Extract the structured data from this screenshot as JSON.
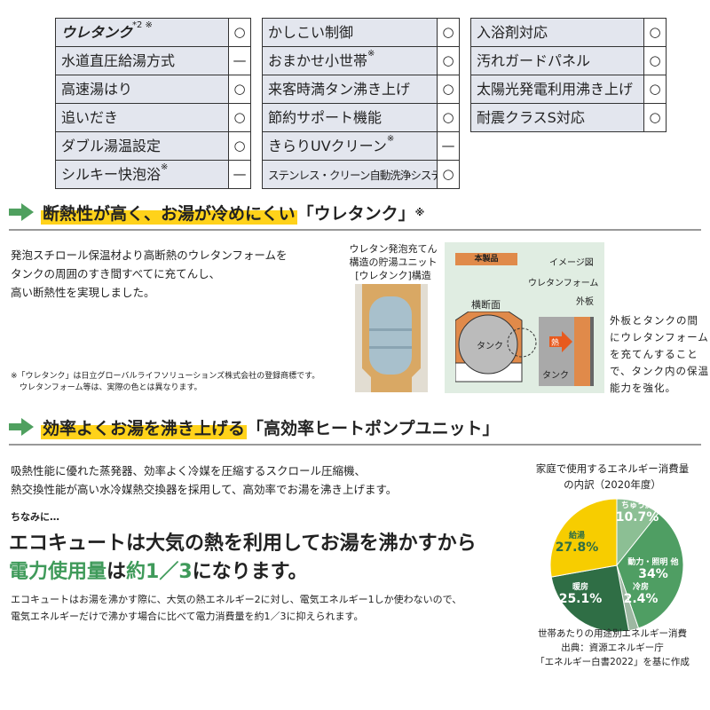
{
  "features": {
    "col1": [
      {
        "label": "ウレタンク",
        "note": "*2 ※",
        "mark": "○"
      },
      {
        "label": "水道直圧給湯方式",
        "note": "",
        "mark": "—"
      },
      {
        "label": "高速湯はり",
        "note": "",
        "mark": "○"
      },
      {
        "label": "追いだき",
        "note": "",
        "mark": "○"
      },
      {
        "label": "ダブル湯温設定",
        "note": "",
        "mark": "○"
      },
      {
        "label": "シルキー快泡浴",
        "note": "※",
        "mark": "—"
      }
    ],
    "col2": [
      {
        "label": "かしこい制御",
        "note": "",
        "mark": "○"
      },
      {
        "label": "おまかせ小世帯",
        "note": "※",
        "mark": "○"
      },
      {
        "label": "来客時満タン沸き上げ",
        "note": "",
        "mark": "○"
      },
      {
        "label": "節約サポート機能",
        "note": "",
        "mark": "○"
      },
      {
        "label": "きらりUVクリーン",
        "note": "※",
        "mark": "—"
      },
      {
        "label": "ステンレス・クリーン自動洗浄システム",
        "note": "",
        "mark": "○"
      }
    ],
    "col3": [
      {
        "label": "入浴剤対応",
        "note": "",
        "mark": "○"
      },
      {
        "label": "汚れガードパネル",
        "note": "",
        "mark": "○"
      },
      {
        "label": "太陽光発電利用沸き上げ",
        "note": "",
        "mark": "○"
      },
      {
        "label": "耐震クラスS対応",
        "note": "",
        "mark": "○"
      }
    ]
  },
  "section1": {
    "heading_highlight": "断熱性が高く、お湯が冷めにくい",
    "heading_rest": "「ウレタンク」",
    "heading_note": "※",
    "body": [
      "発泡スチロール保温材より高断熱のウレタンフォームを",
      "タンクの周囲のすき間すべてに充てんし、",
      "高い断熱性を実現しました。"
    ],
    "footnote": [
      "※「ウレタンク」は日立グローバルライフソリューションズ株式会社の登録商標です。",
      "ウレタンフォーム等は、実際の色とは異なります。"
    ],
    "image_caption": [
      "ウレタン発泡充てん",
      "構造の貯湯ユニット",
      "[ウレタンク]構造"
    ],
    "diagram": {
      "badge": "本製品",
      "image_note": "イメージ図",
      "urethane": "ウレタンフォーム",
      "outer": "外板",
      "cross": "横断面",
      "tank": "タンク",
      "heat": "熱"
    },
    "side_text": [
      "外板とタンクの間",
      "にウレタンフォーム",
      "を充てんすること",
      "で、タンク内の保温",
      "能力を強化。"
    ]
  },
  "section2": {
    "heading_highlight": "効率よくお湯を沸き上げる",
    "heading_rest": "「高効率ヒートポンプユニット」",
    "body": [
      "吸熱性能に優れた蒸発器、効率よく冷媒を圧縮するスクロール圧縮機、",
      "熱交換性能が高い水冷媒熱交換器を採用して、高効率でお湯を沸き上げます。"
    ],
    "aside": "ちなみに…",
    "big1": "エコキュートは大気の熱を利用してお湯を沸かすから",
    "big2a": "電力使用量",
    "big2b": "は",
    "big2c": "約1／3",
    "big2d": "になります。",
    "small": [
      "エコキュートはお湯を沸かす際に、大気の熱エネルギー2に対し、電気エネルギー1しか使わないので、",
      "電気エネルギーだけで沸かす場合に比べて電力消費量を約1／3に抑えられます。"
    ]
  },
  "chart_data": {
    "type": "pie",
    "title": "家庭で使用するエネルギー消費量の内訳（2020年度）",
    "title_lines": [
      "家庭で使用するエネルギー消費量",
      "の内訳（2020年度）"
    ],
    "slices": [
      {
        "label": "ちゅう房",
        "value": 10.7,
        "text": "10.7%",
        "color": "#8cbf94"
      },
      {
        "label": "動力・照明 他",
        "value": 34,
        "text": "34%",
        "color": "#4f9e63"
      },
      {
        "label": "冷房",
        "value": 2.4,
        "text": "2.4%",
        "color": "#9db8a2"
      },
      {
        "label": "暖房",
        "value": 25.1,
        "text": "25.1%",
        "color": "#2f6e45"
      },
      {
        "label": "給湯",
        "value": 27.8,
        "text": "27.8%",
        "color": "#f7cd00"
      }
    ],
    "source": [
      "世帯あたりの用途別エネルギー消費",
      "出典：資源エネルギー庁",
      "「エネルギー白書2022」を基に作成"
    ]
  }
}
